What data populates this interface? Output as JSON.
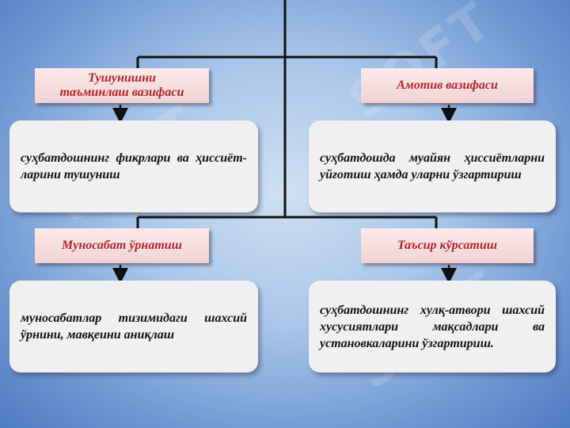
{
  "nodes": {
    "top_left_label": "Тушунишни таъминлаш вазифаси",
    "top_right_label": "Амотив вазифаси",
    "top_left_text": "суҳбатдошнинг фикрлари ва ҳиссиёт-ларини тушуниш",
    "top_right_text": "суҳбатдошда муайян ҳиссиётларни уйғотиш ҳамда уларни ўзгартириш",
    "bottom_left_label": "Муносабат ўрнатиш",
    "bottom_right_label": "Таъсир кўрсатиш",
    "bottom_left_text": "муносабатлар тизимидаги шахсий ўрнини, мавқеини аниқлаш",
    "bottom_right_text": "суҳбатдошнинг хулқ-атвори шахсий хусусиятлари мақсадлари ва установкаларини ўзгартириш."
  },
  "watermark": "SOFT",
  "colors": {
    "label_text": "#b2232a",
    "label_bg": "#f6dfe0",
    "box_bg": "#f0eff2",
    "line": "#111111"
  }
}
